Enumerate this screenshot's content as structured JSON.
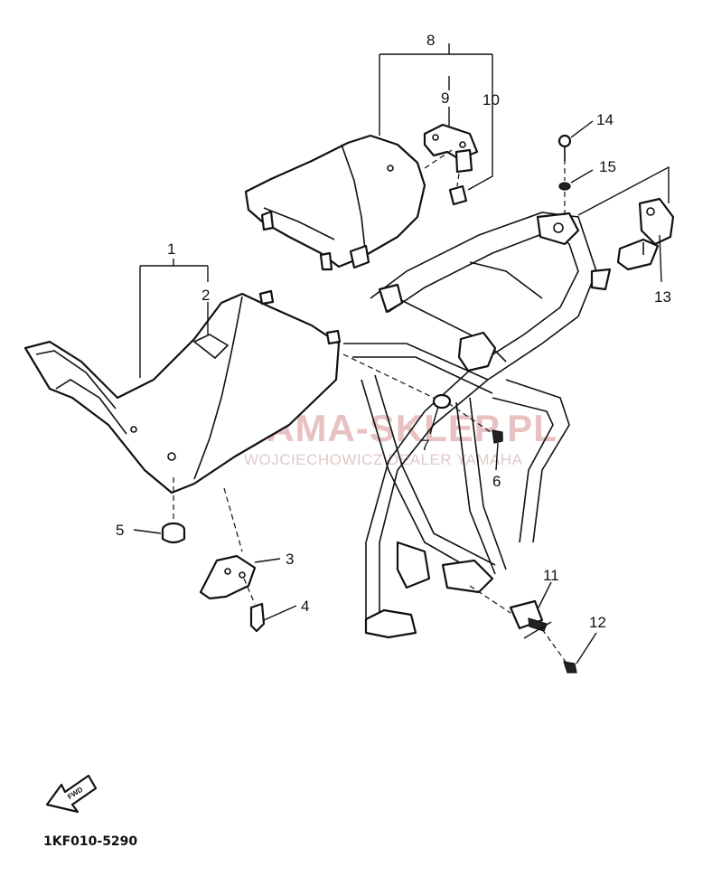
{
  "diagram": {
    "callouts": [
      "1",
      "2",
      "3",
      "4",
      "5",
      "6",
      "7",
      "8",
      "9",
      "10",
      "11",
      "12",
      "13",
      "14",
      "15"
    ],
    "part_code": "1KF010-5290",
    "fwd_label": "FWD",
    "watermark": {
      "brand": "YAMA-SKLEP.PL",
      "subline": "WOJCIECHOWICZ DEALER YAMAHA"
    }
  },
  "colors": {
    "line": "#111111",
    "background": "#ffffff",
    "watermark": "#e8c2c2"
  }
}
